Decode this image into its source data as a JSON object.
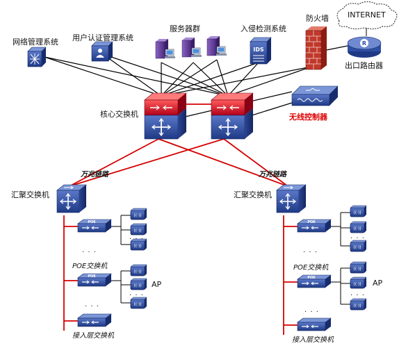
{
  "labels": {
    "network_mgmt": "网络管理系统",
    "user_auth": "用户认证管理系统",
    "server_group": "服务器群",
    "ids_system": "入侵检测系统",
    "firewall": "防火墙",
    "internet": "INTERNET",
    "exit_router": "出口路由器",
    "core_switch": "核心交换机",
    "wireless_controller": "无线控制器",
    "gigabit_left": "万兆链路",
    "gigabit_right": "万兆链路",
    "agg_switch_left": "汇聚交换机",
    "agg_switch_right": "汇聚交换机",
    "poe_switch_left": "POE交换机",
    "poe_switch_right": "POE交换机",
    "ap_left": "AP",
    "ap_right": "AP",
    "access_switch_left": "接入层交换机",
    "access_switch_right": "接入层交换机",
    "ids_badge": "IDS",
    "poe_badge": "POE",
    "ellipsis": "· · ·"
  },
  "colors": {
    "device_blue": "#2e4fa3",
    "device_dark": "#1c2f70",
    "core_red": "#c8102e",
    "link_red": "#d40000",
    "link_black": "#000000",
    "firewall_red": "#c0392b",
    "server_purple": "#6a3fa0"
  },
  "icons": {
    "network_mgmt": "hub-icon",
    "user_auth": "auth-switch-icon",
    "servers": "server-icon",
    "ids": "ids-icon",
    "firewall": "firewall-icon",
    "internet": "cloud-icon",
    "router": "router-icon",
    "core": "core-switch-icon",
    "wireless": "wireless-controller-icon",
    "aggregation": "aggregation-switch-icon",
    "poe": "poe-switch-icon",
    "ap": "access-point-icon",
    "access": "access-switch-icon"
  }
}
